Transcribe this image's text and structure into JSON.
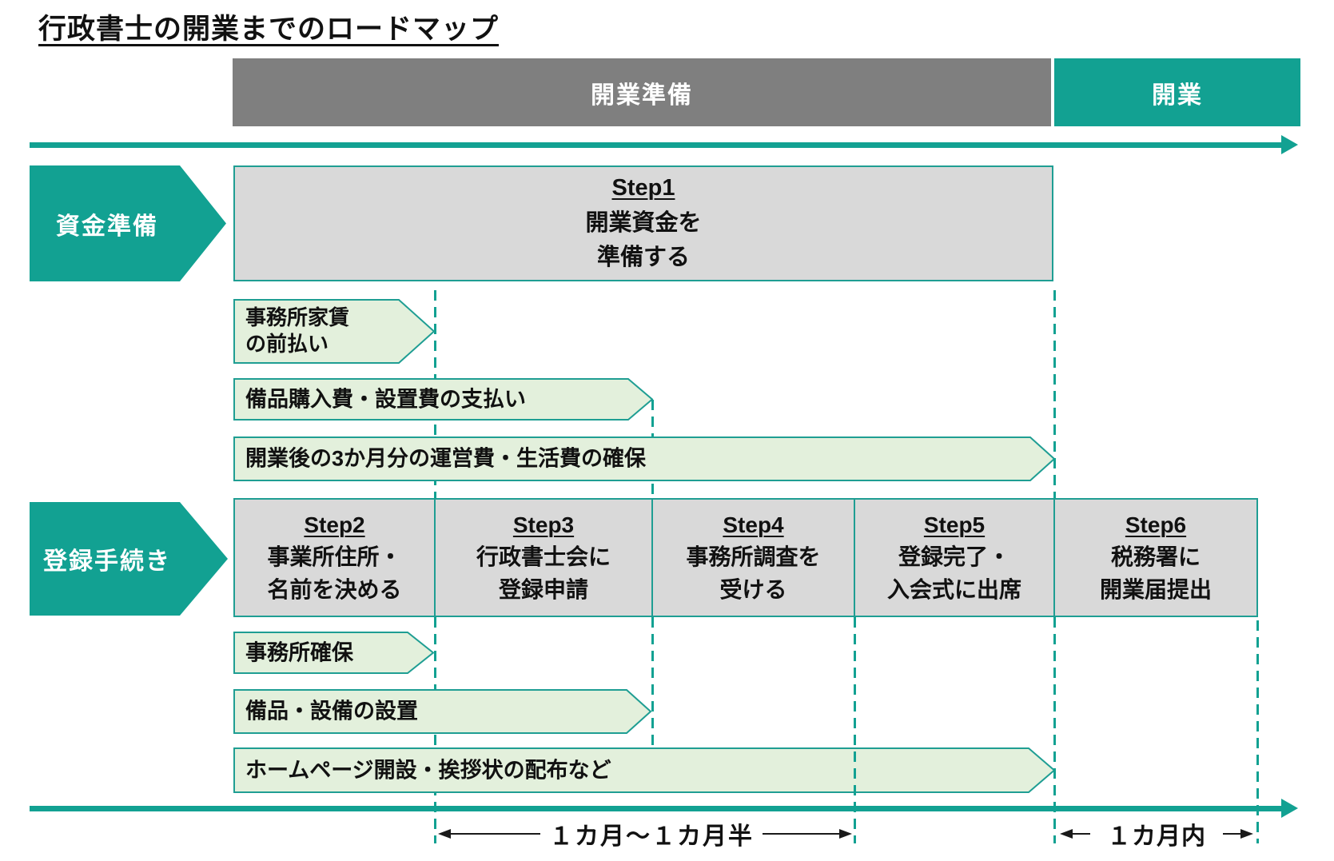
{
  "title": "行政書士の開業までのロードマップ",
  "phases": {
    "preparation": "開業準備",
    "opening": "開業"
  },
  "row_labels": {
    "funding": "資金準備",
    "registration": "登録手続き"
  },
  "steps": [
    {
      "label": "Step1",
      "line1": "開業資金を",
      "line2": "準備する"
    },
    {
      "label": "Step2",
      "line1": "事業所住所・",
      "line2": "名前を決める"
    },
    {
      "label": "Step3",
      "line1": "行政書士会に",
      "line2": "登録申請"
    },
    {
      "label": "Step4",
      "line1": "事務所調査を",
      "line2": "受ける"
    },
    {
      "label": "Step5",
      "line1": "登録完了・",
      "line2": "入会式に出席"
    },
    {
      "label": "Step6",
      "line1": "税務署に",
      "line2": "開業届提出"
    }
  ],
  "funding_tasks": [
    {
      "line1": "事務所家賃",
      "line2": "の前払い"
    },
    {
      "line1": "備品購入費・設置費の支払い"
    },
    {
      "line1": "開業後の3か月分の運営費・生活費の確保"
    }
  ],
  "registration_tasks": [
    {
      "line1": "事務所確保"
    },
    {
      "line1": "備品・設備の設置"
    },
    {
      "line1": "ホームページ開設・挨拶状の配布など"
    }
  ],
  "durations": {
    "main": "１カ月〜１カ月半",
    "opening": "１カ月内"
  },
  "colors": {
    "teal": "#12a192",
    "teal_border": "#1f9e93",
    "gray_bar": "#7f7f7f",
    "step_fill": "#d9d9d9",
    "task_fill": "#e3f0dc"
  }
}
